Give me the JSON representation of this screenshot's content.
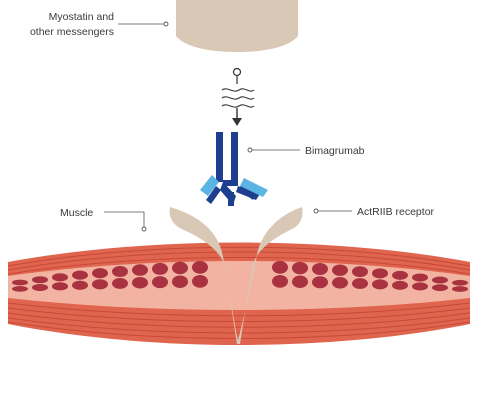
{
  "labels": {
    "myostatin_line1": "Myostatin and",
    "myostatin_line2": "other messengers",
    "bimagrumab": "Bimagrumab",
    "muscle": "Muscle",
    "actriib": "ActRIIB receptor"
  },
  "colors": {
    "beige": "#d8c8b5",
    "muscle_red": "#e0654e",
    "muscle_dark": "#c94838",
    "muscle_light": "#f3b3a2",
    "nucleus": "#a8323f",
    "antibody_dark": "#1e3f8f",
    "antibody_light": "#5bb4e2",
    "leader_line": "#555555"
  },
  "icons": [
    "signal-molecule-icon",
    "wavy-signal-icon",
    "arrow-down-icon",
    "antibody-icon"
  ]
}
